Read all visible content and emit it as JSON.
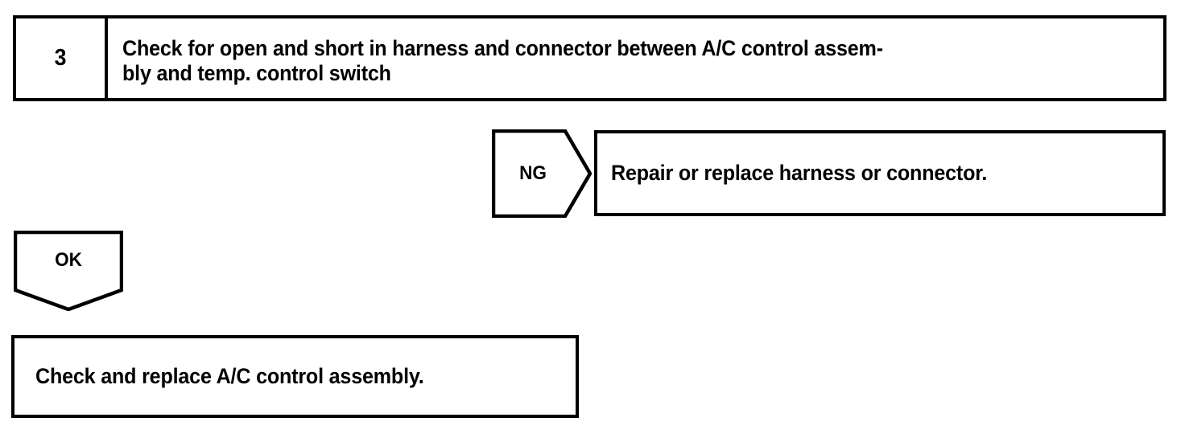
{
  "diagram": {
    "type": "troubleshooting-flowchart",
    "stroke_color": "#000000",
    "background_color": "#ffffff",
    "step": {
      "number": "3",
      "instruction": "Check for open and short in harness and connector between A/C control assem-\nbly and temp. control switch"
    },
    "branches": {
      "ng": {
        "label": "NG",
        "result": "Repair or replace harness or connector."
      },
      "ok": {
        "label": "OK",
        "result": "Check and replace A/C control assembly."
      }
    }
  }
}
